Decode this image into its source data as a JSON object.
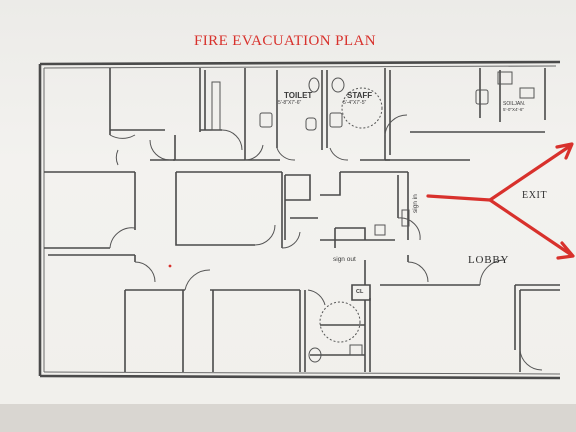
{
  "title": "FIRE EVACUATION PLAN",
  "labels": {
    "toilet": "TOILET",
    "toilet_dim": "5'-8\"X7'-6\"",
    "staff": "STAFF",
    "staff_dim": "5'-4\"X7'-5\"",
    "janitor": "SOILJAN.",
    "janitor_dim": "5'-0\"X4'-6\"",
    "sign_in": "sign in",
    "sign_out": "sign out",
    "closet": "CL",
    "lobby": "LOBBY",
    "exit": "EXIT"
  },
  "colors": {
    "route": "#d8312c",
    "wall": "#4a4a4a",
    "paper": "#f1f0ec"
  }
}
